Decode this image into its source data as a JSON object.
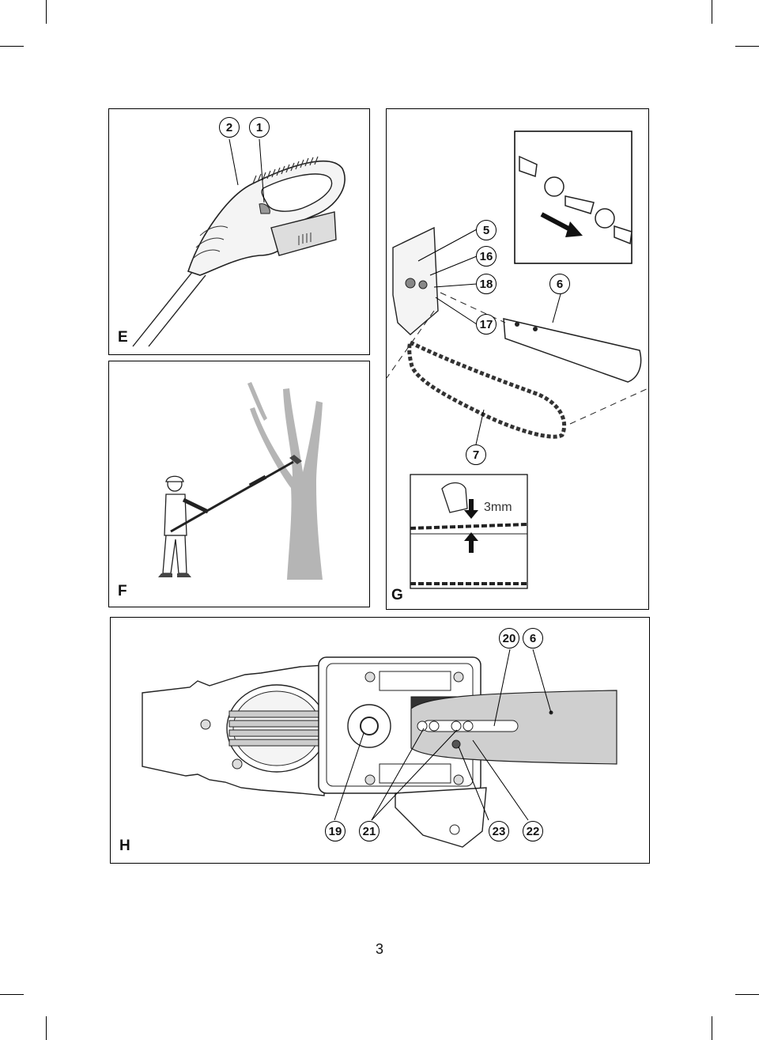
{
  "page": {
    "number": "3"
  },
  "figures": {
    "E": {
      "letter": "E",
      "callouts": [
        "2",
        "1"
      ]
    },
    "F": {
      "letter": "F"
    },
    "G": {
      "letter": "G",
      "callouts": [
        "5",
        "16",
        "18",
        "17",
        "6",
        "7"
      ],
      "measurement": "3mm"
    },
    "H": {
      "letter": "H",
      "callouts_top": [
        "20",
        "6"
      ],
      "callouts_bottom": [
        "19",
        "21",
        "23",
        "22"
      ]
    }
  },
  "icons": [
    "crop-mark",
    "direction-arrow-icon",
    "up-arrow-icon",
    "down-arrow-icon"
  ]
}
